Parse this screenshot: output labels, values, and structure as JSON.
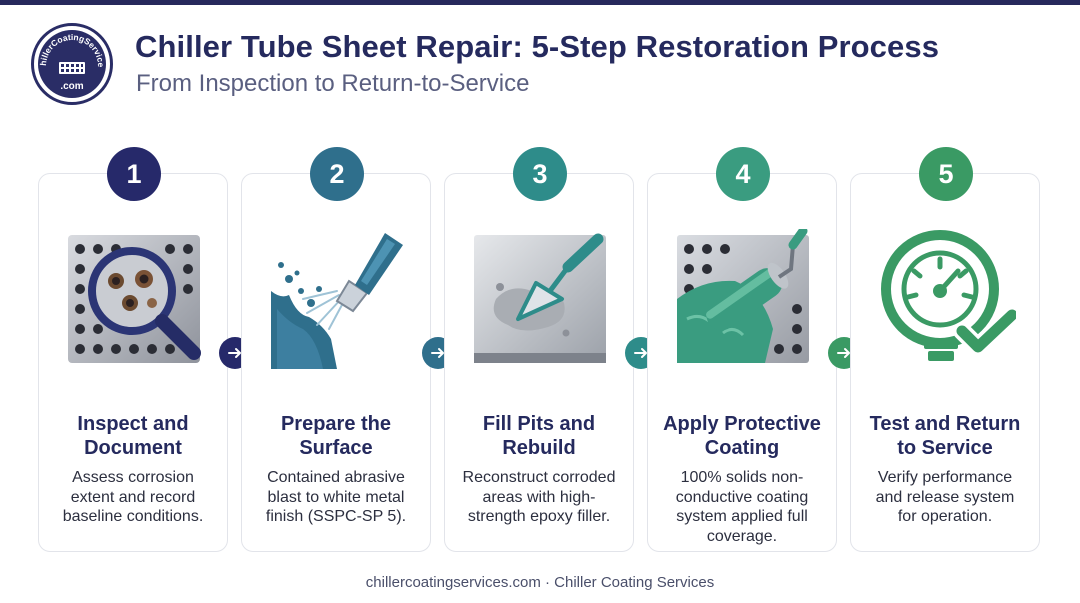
{
  "header": {
    "title": "Chiller Tube Sheet Repair: 5-Step Restoration Process",
    "subtitle": "From Inspection to Return-to-Service",
    "logo_text_top": "ChillerCoatingServices",
    "logo_text_bottom": ".com"
  },
  "colors": {
    "navy": "#27295c",
    "step1": "#26296a",
    "step2": "#2f6f8c",
    "step3": "#2e8c8a",
    "step4": "#3a9c80",
    "step5": "#3a9a64"
  },
  "steps": [
    {
      "number": "1",
      "title_line1": "Inspect and",
      "title_line2": "Document",
      "desc_line1": "Assess corrosion",
      "desc_line2": "extent and record",
      "desc_line3": "baseline conditions.",
      "desc_line4": "",
      "icon": "magnifier-inspection-icon"
    },
    {
      "number": "2",
      "title_line1": "Prepare the",
      "title_line2": "Surface",
      "desc_line1": "Contained abrasive",
      "desc_line2": "blast to white metal",
      "desc_line3": "finish (SSPC-SP 5).",
      "desc_line4": "",
      "icon": "abrasive-blast-nozzle-icon"
    },
    {
      "number": "3",
      "title_line1": "Fill Pits and",
      "title_line2": "Rebuild",
      "desc_line1": "Reconstruct corroded",
      "desc_line2": "areas with high-",
      "desc_line3": "strength epoxy filler.",
      "desc_line4": "",
      "icon": "trowel-filler-icon"
    },
    {
      "number": "4",
      "title_line1": "Apply Protective",
      "title_line2": "Coating",
      "desc_line1": "100% solids non-",
      "desc_line2": "conductive coating",
      "desc_line3": "system applied full",
      "desc_line4": "coverage.",
      "icon": "paint-roller-icon"
    },
    {
      "number": "5",
      "title_line1": "Test and Return",
      "title_line2": "to Service",
      "desc_line1": "Verify performance",
      "desc_line2": "and release system",
      "desc_line3": "for operation.",
      "desc_line4": "",
      "icon": "pressure-gauge-check-icon"
    }
  ],
  "footer": {
    "text": "chillercoatingservices.com · Chiller Coating Services"
  }
}
